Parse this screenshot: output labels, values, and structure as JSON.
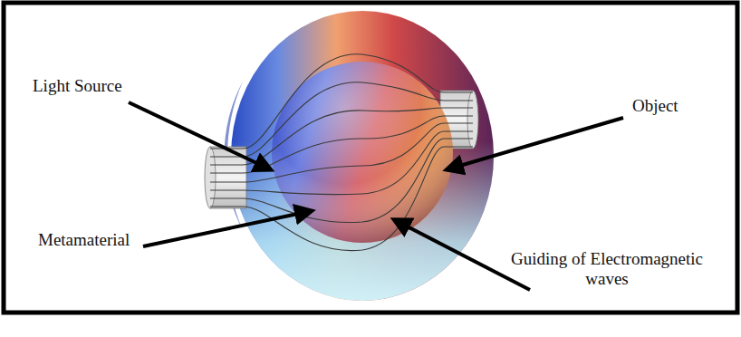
{
  "diagram": {
    "labels": [
      "Light Source",
      "Object",
      "Metamaterial",
      "Guiding of Electromagnetic waves"
    ]
  }
}
